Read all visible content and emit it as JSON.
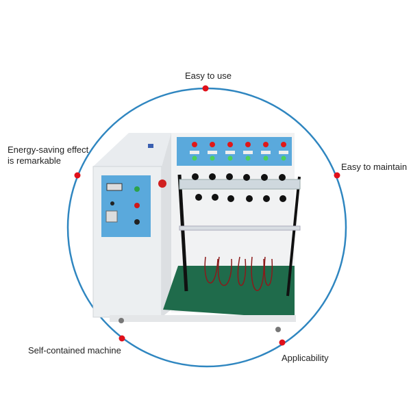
{
  "features": {
    "top": "Easy to use",
    "left_line1": "Energy-saving effect",
    "left_line2": "is remarkable",
    "right": "Easy to maintain",
    "bottom_left": "Self-contained machine",
    "bottom_right": "Applicability"
  },
  "colors": {
    "circle": "#2f86c0",
    "dot": "#e0101a",
    "panel": "#5aa9dc",
    "base": "#1f6b4b"
  }
}
